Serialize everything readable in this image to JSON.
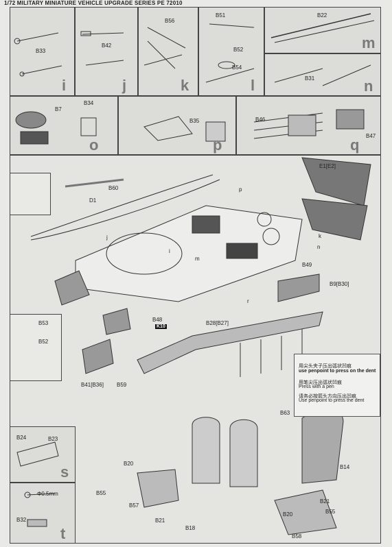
{
  "header": {
    "title": "1/72 MILITARY MINIATURE VEHICLE  UPGRADE SERIES PE 72010"
  },
  "steps": {
    "i": {
      "letter": "i",
      "parts": [
        "B33"
      ]
    },
    "j": {
      "letter": "j",
      "parts": [
        "B42"
      ]
    },
    "k": {
      "letter": "k",
      "parts": [
        "B56"
      ]
    },
    "l": {
      "letter": "l",
      "parts": [
        "B51",
        "B52",
        "B54"
      ]
    },
    "m": {
      "letter": "m",
      "parts": [
        "B22"
      ]
    },
    "n": {
      "letter": "n",
      "parts": [
        "B31"
      ]
    },
    "o": {
      "letter": "o",
      "parts": [
        "B7",
        "B34"
      ]
    },
    "p": {
      "letter": "p",
      "parts": [
        "B35"
      ]
    },
    "q": {
      "letter": "q",
      "parts": [
        "B46",
        "B47"
      ]
    },
    "s": {
      "letter": "s",
      "parts": [
        "B24",
        "B23"
      ]
    },
    "t": {
      "letter": "t",
      "parts": [
        "B32"
      ],
      "dim": "Φ0.5mm"
    }
  },
  "main": {
    "labels": [
      "E1[E2]",
      "B60",
      "D1",
      "p",
      "j",
      "i",
      "m",
      "k",
      "n",
      "B49",
      "B9[B30]",
      "r",
      "B48",
      "K10",
      "B28[B27]",
      "B53",
      "B52",
      "B41[B36]",
      "B59"
    ],
    "lower_labels": [
      "B63",
      "B20",
      "B14",
      "B55",
      "B57",
      "B21",
      "B18",
      "B21",
      "B55",
      "B20",
      "B58"
    ]
  },
  "note": {
    "cn1": "用尖头夹子压出弧状凹痕",
    "en1": "use penpoint to press on the dent",
    "cn2": "用笔尖压出弧状凹痕",
    "en2": "Press with a pen",
    "cn3": "请务必按箭头方向压出凹痕",
    "en3": "Use penpoint to press the dent"
  }
}
